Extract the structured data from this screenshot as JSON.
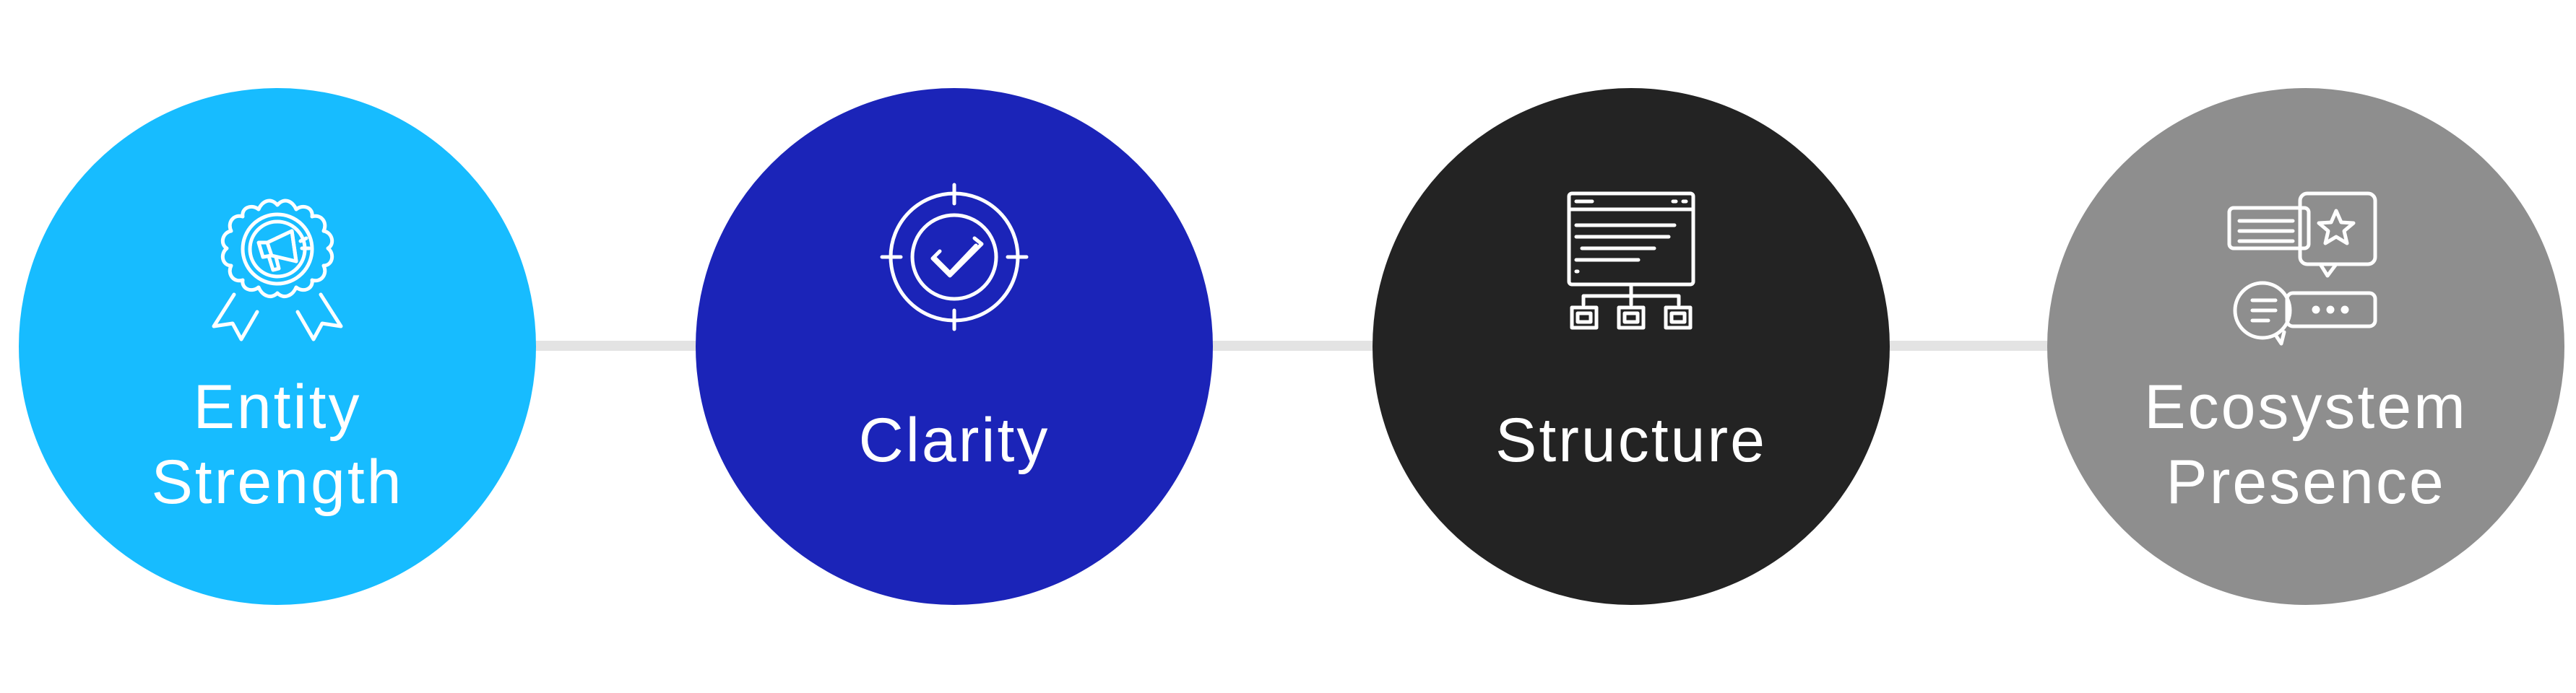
{
  "steps": [
    {
      "label_lines": [
        "Entity",
        "Strength"
      ],
      "icon": "award-badge-megaphone-icon",
      "color": "#17bcff"
    },
    {
      "label_lines": [
        "Clarity"
      ],
      "icon": "target-check-icon",
      "color": "#1b24b8"
    },
    {
      "label_lines": [
        "Structure"
      ],
      "icon": "site-structure-icon",
      "color": "#232323"
    },
    {
      "label_lines": [
        "Ecosystem",
        "Presence"
      ],
      "icon": "reviews-chat-icon",
      "color": "#8e8e8e"
    }
  ],
  "connector_color": "#e3e3e3"
}
